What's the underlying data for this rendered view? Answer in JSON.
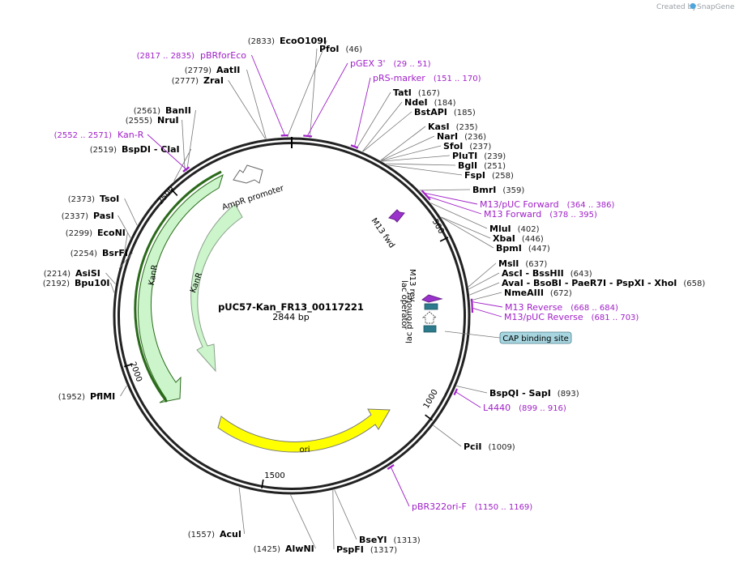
{
  "credit": {
    "prefix": "Created by",
    "brand": "SnapGene"
  },
  "plasmid": {
    "name": "pUC57-Kan_FR13_00117221",
    "length": "2844 bp",
    "total_bp": 2844
  },
  "colors": {
    "primer": "#a020c8",
    "kanR_fill": "#ccf5cc",
    "kanR_stroke": "#2a6a1a",
    "ori": "#ffff00",
    "lac_block": "#2c7a8c",
    "cap_site": "#a8d6e0",
    "m13": "#9933cc"
  },
  "enzymes": [
    {
      "name": "EcoO109I",
      "pos": "(2833)",
      "bp": 2833,
      "side": "left"
    },
    {
      "name": "PfoI",
      "pos": "(46)",
      "bp": 46,
      "side": "right"
    },
    {
      "name": "AatII",
      "pos": "(2779)",
      "bp": 2779,
      "side": "left"
    },
    {
      "name": "ZraI",
      "pos": "(2777)",
      "bp": 2777,
      "side": "left"
    },
    {
      "name": "TatI",
      "pos": "(167)",
      "bp": 167,
      "side": "right"
    },
    {
      "name": "NdeI",
      "pos": "(184)",
      "bp": 184,
      "side": "right"
    },
    {
      "name": "BstAPI",
      "pos": "(185)",
      "bp": 185,
      "side": "right"
    },
    {
      "name": "BanII",
      "pos": "(2561)",
      "bp": 2561,
      "side": "left"
    },
    {
      "name": "NruI",
      "pos": "(2555)",
      "bp": 2555,
      "side": "left"
    },
    {
      "name": "KasI",
      "pos": "(235)",
      "bp": 235,
      "side": "right"
    },
    {
      "name": "NarI",
      "pos": "(236)",
      "bp": 236,
      "side": "right"
    },
    {
      "name": "SfoI",
      "pos": "(237)",
      "bp": 237,
      "side": "right"
    },
    {
      "name": "PluTI",
      "pos": "(239)",
      "bp": 239,
      "side": "right"
    },
    {
      "name": "BglI",
      "pos": "(251)",
      "bp": 251,
      "side": "right"
    },
    {
      "name": "FspI",
      "pos": "(258)",
      "bp": 258,
      "side": "right"
    },
    {
      "name": "BspDI - ClaI",
      "pos": "(2519)",
      "bp": 2519,
      "side": "left"
    },
    {
      "name": "BmrI",
      "pos": "(359)",
      "bp": 359,
      "side": "right"
    },
    {
      "name": "TsoI",
      "pos": "(2373)",
      "bp": 2373,
      "side": "left"
    },
    {
      "name": "PasI",
      "pos": "(2337)",
      "bp": 2337,
      "side": "left"
    },
    {
      "name": "MluI",
      "pos": "(402)",
      "bp": 402,
      "side": "right"
    },
    {
      "name": "XbaI",
      "pos": "(446)",
      "bp": 446,
      "side": "right"
    },
    {
      "name": "EcoNI",
      "pos": "(2299)",
      "bp": 2299,
      "side": "left"
    },
    {
      "name": "BpmI",
      "pos": "(447)",
      "bp": 447,
      "side": "right"
    },
    {
      "name": "BsrFI",
      "pos": "(2254)",
      "bp": 2254,
      "side": "left"
    },
    {
      "name": "MslI",
      "pos": "(637)",
      "bp": 637,
      "side": "right"
    },
    {
      "name": "AsiSI",
      "pos": "(2214)",
      "bp": 2214,
      "side": "left"
    },
    {
      "name": "AscI - BssHII",
      "pos": "(643)",
      "bp": 643,
      "side": "right"
    },
    {
      "name": "Bpu10I",
      "pos": "(2192)",
      "bp": 2192,
      "side": "left"
    },
    {
      "name": "AvaI - BsoBI - PaeR7I - PspXI - XhoI",
      "pos": "(658)",
      "bp": 658,
      "side": "right"
    },
    {
      "name": "NmeAIII",
      "pos": "(672)",
      "bp": 672,
      "side": "right"
    },
    {
      "name": "BspQI - SapI",
      "pos": "(893)",
      "bp": 893,
      "side": "right"
    },
    {
      "name": "PflMI",
      "pos": "(1952)",
      "bp": 1952,
      "side": "left"
    },
    {
      "name": "PciI",
      "pos": "(1009)",
      "bp": 1009,
      "side": "right"
    },
    {
      "name": "AcuI",
      "pos": "(1557)",
      "bp": 1557,
      "side": "left"
    },
    {
      "name": "BseYI",
      "pos": "(1313)",
      "bp": 1313,
      "side": "right"
    },
    {
      "name": "AlwNI",
      "pos": "(1425)",
      "bp": 1425,
      "side": "left"
    },
    {
      "name": "PspFI",
      "pos": "(1317)",
      "bp": 1317,
      "side": "right"
    }
  ],
  "primers": [
    {
      "name": "pBRforEco",
      "range": "(2817 .. 2835)",
      "start": 2817,
      "end": 2835,
      "side": "left"
    },
    {
      "name": "pGEX 3'",
      "range": "(29 .. 51)",
      "start": 29,
      "end": 51,
      "side": "right"
    },
    {
      "name": "pRS-marker",
      "range": "(151 .. 170)",
      "start": 151,
      "end": 170,
      "side": "right"
    },
    {
      "name": "Kan-R",
      "range": "(2552 .. 2571)",
      "start": 2552,
      "end": 2571,
      "side": "left"
    },
    {
      "name": "M13/pUC Forward",
      "range": "(364 .. 386)",
      "start": 364,
      "end": 386,
      "side": "right"
    },
    {
      "name": "M13 Forward",
      "range": "(378 .. 395)",
      "start": 378,
      "end": 395,
      "side": "right"
    },
    {
      "name": "M13 Reverse",
      "range": "(668 .. 684)",
      "start": 668,
      "end": 684,
      "side": "right"
    },
    {
      "name": "M13/pUC Reverse",
      "range": "(681 .. 703)",
      "start": 681,
      "end": 703,
      "side": "right"
    },
    {
      "name": "L4440",
      "range": "(899 .. 916)",
      "start": 899,
      "end": 916,
      "side": "right"
    },
    {
      "name": "pBR322ori-F",
      "range": "(1150 .. 1169)",
      "start": 1150,
      "end": 1169,
      "side": "right"
    }
  ],
  "ticks": [
    "500",
    "1000",
    "1500",
    "2000",
    "2500"
  ],
  "features": {
    "ampr_promoter": "AmpR promoter",
    "kanr_outer": "KanR",
    "kanr_inner": "KanR",
    "ori": "ori",
    "m13_fwd": "M13 fwd",
    "m13_rev": "M13 rev",
    "lac_operator": "lac operator",
    "lac_promoter": "lac promoter",
    "cap_site": "CAP binding site"
  }
}
